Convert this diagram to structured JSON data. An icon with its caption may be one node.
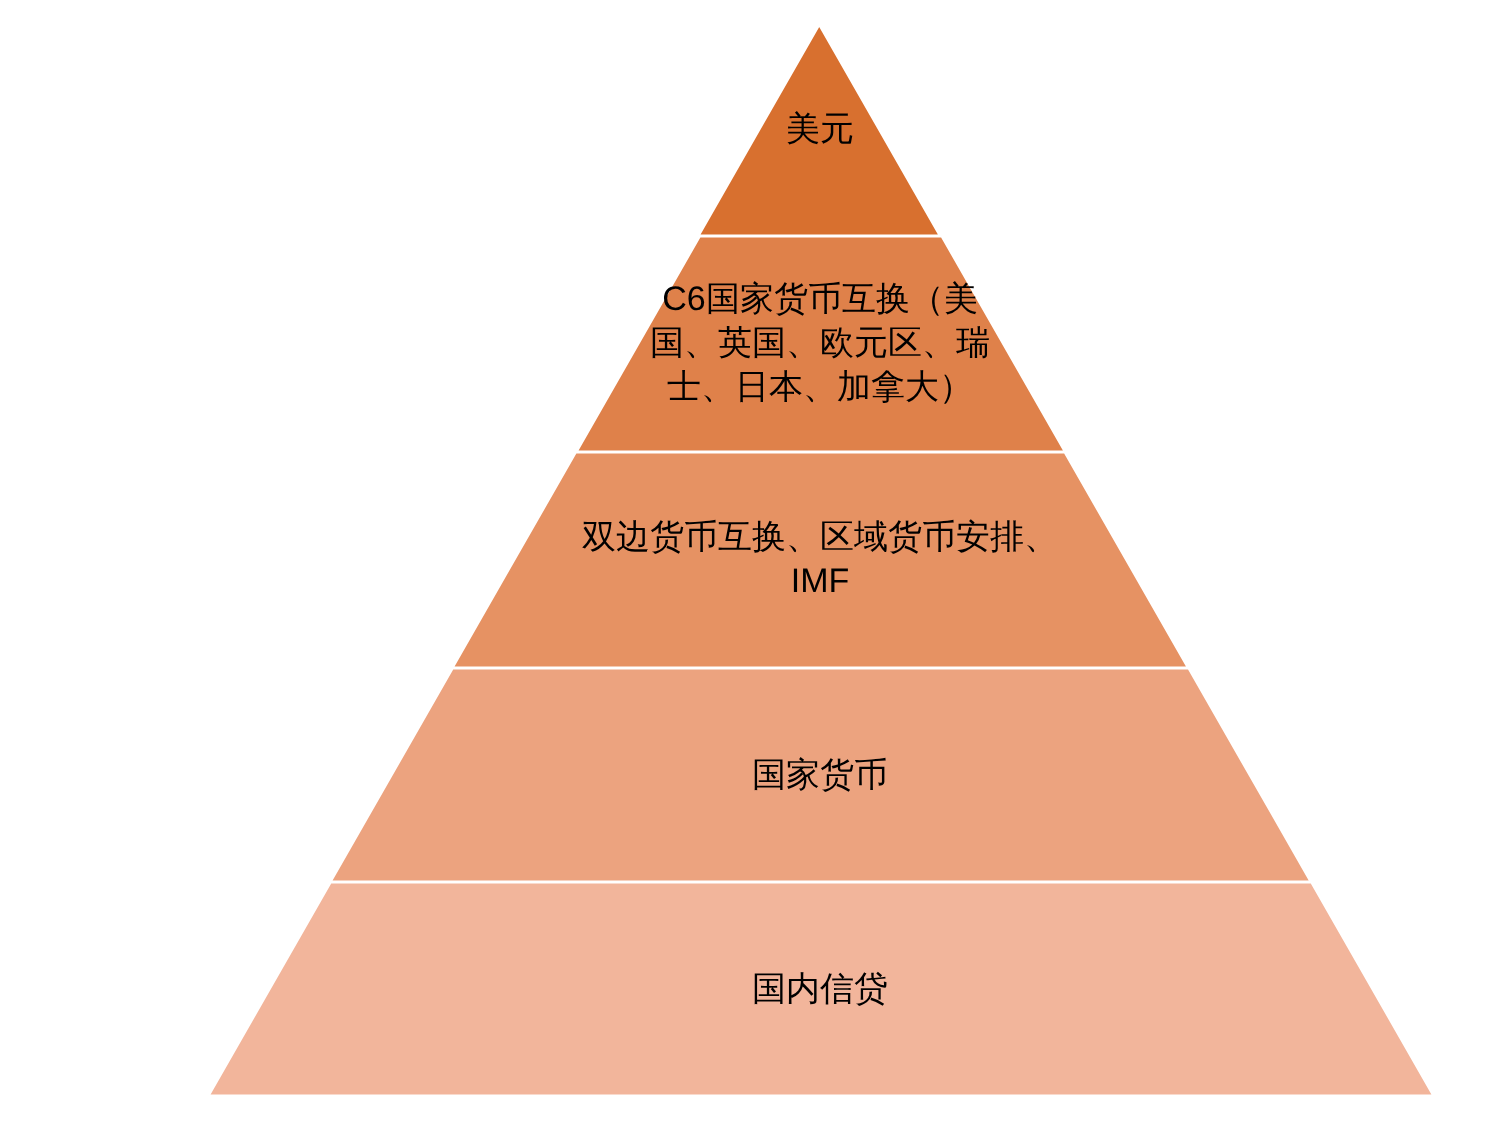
{
  "diagram": {
    "nodes": [
      {
        "text": [
          "美元"
        ]
      },
      {
        "text": [
          "C6国家货币互换（美国、英国、欧元区、瑞士、日本、加拿大）"
        ]
      },
      {
        "text": [
          "双边货币互换、区域货币安排、IMF"
        ]
      },
      {
        "text": [
          "国家货币"
        ]
      },
      {
        "text": [
          "国内信贷"
        ]
      }
    ]
  }
}
